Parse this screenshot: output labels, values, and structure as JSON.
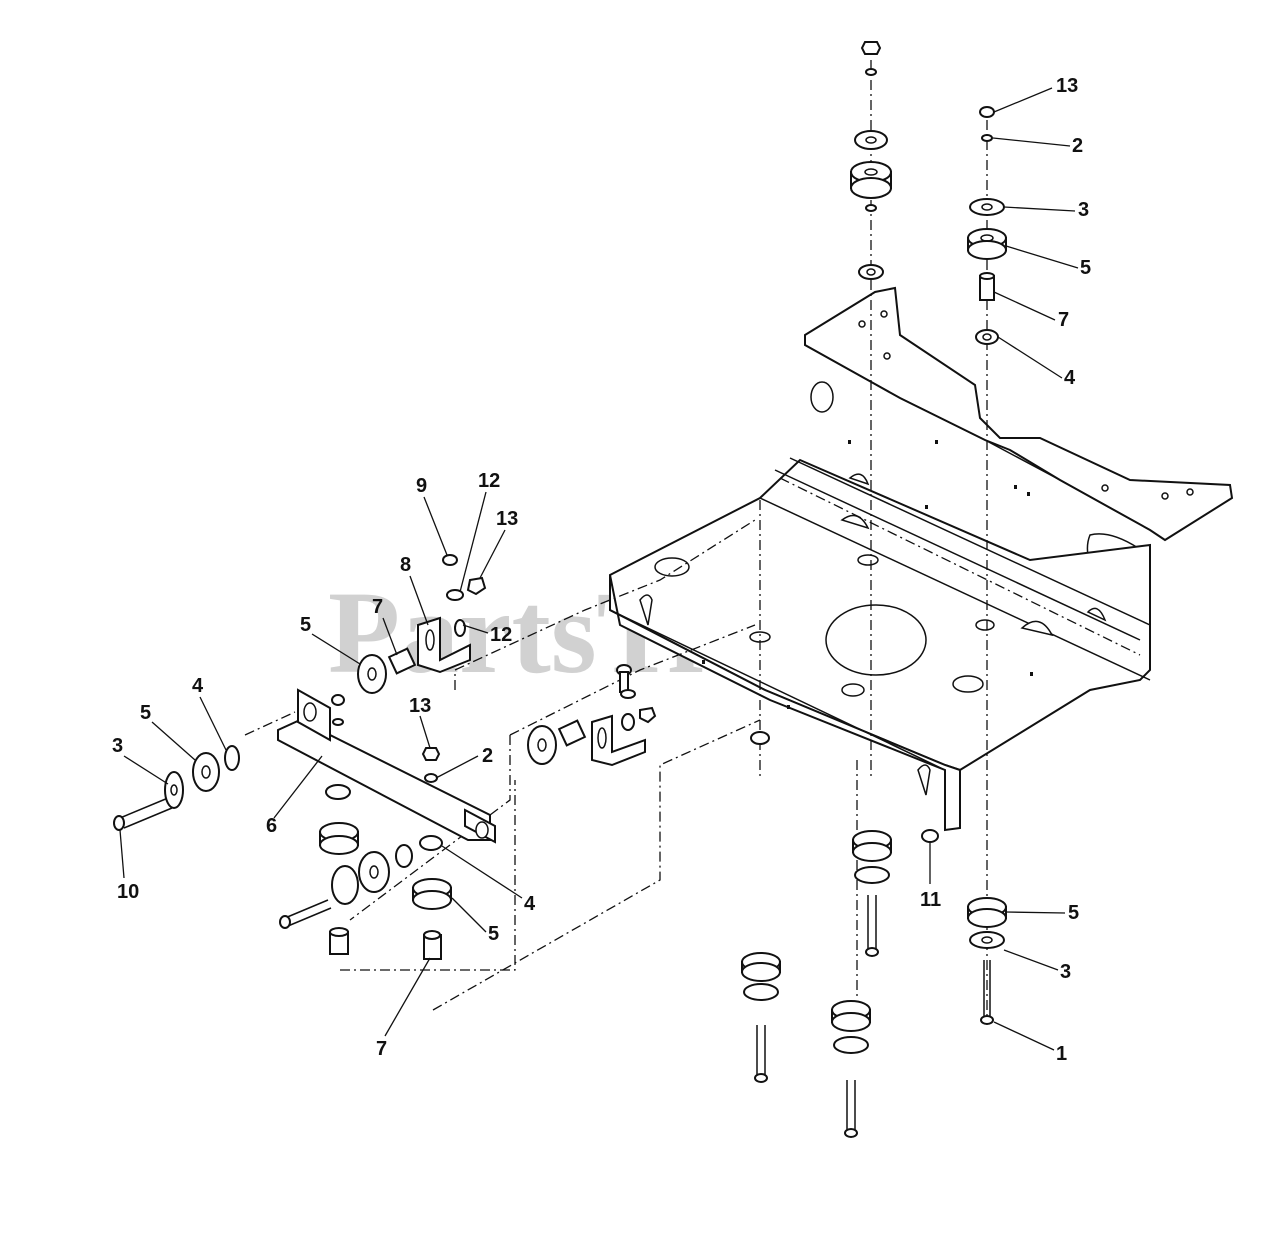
{
  "diagram": {
    "watermark": "PartsTree",
    "watermark_mark": "TM",
    "callouts": [
      {
        "id": "c1",
        "label": "13"
      },
      {
        "id": "c2",
        "label": "2"
      },
      {
        "id": "c3",
        "label": "3"
      },
      {
        "id": "c4",
        "label": "5"
      },
      {
        "id": "c5",
        "label": "7"
      },
      {
        "id": "c6",
        "label": "4"
      },
      {
        "id": "c7",
        "label": "9"
      },
      {
        "id": "c8",
        "label": "12"
      },
      {
        "id": "c9",
        "label": "13"
      },
      {
        "id": "c10",
        "label": "8"
      },
      {
        "id": "c11",
        "label": "7"
      },
      {
        "id": "c12",
        "label": "5"
      },
      {
        "id": "c13",
        "label": "12"
      },
      {
        "id": "c14",
        "label": "4"
      },
      {
        "id": "c15",
        "label": "5"
      },
      {
        "id": "c16",
        "label": "3"
      },
      {
        "id": "c17",
        "label": "13"
      },
      {
        "id": "c18",
        "label": "2"
      },
      {
        "id": "c19",
        "label": "6"
      },
      {
        "id": "c20",
        "label": "10"
      },
      {
        "id": "c21",
        "label": "4"
      },
      {
        "id": "c22",
        "label": "5"
      },
      {
        "id": "c23",
        "label": "7"
      },
      {
        "id": "c24",
        "label": "11"
      },
      {
        "id": "c25",
        "label": "5"
      },
      {
        "id": "c26",
        "label": "3"
      },
      {
        "id": "c27",
        "label": "1"
      }
    ]
  }
}
